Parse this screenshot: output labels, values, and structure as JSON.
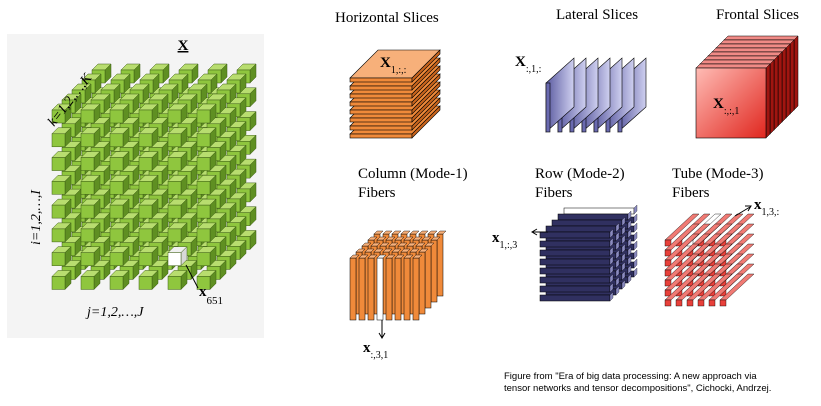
{
  "tensor": {
    "name": "X",
    "k_label": "k=1,2,…,K",
    "i_label": "i=1,2,…,I",
    "j_label": "j=1,2,…,J",
    "element_base": "x",
    "element_sub": "651"
  },
  "slices": {
    "horizontal": {
      "title": "Horizontal Slices",
      "label_base": "X",
      "label_sub": "1,:,:"
    },
    "lateral": {
      "title": "Lateral Slices",
      "label_base": "X",
      "label_sub": ":,1,:"
    },
    "frontal": {
      "title": "Frontal Slices",
      "label_base": "X",
      "label_sub": ":,:,1"
    }
  },
  "fibers": {
    "column": {
      "title_line1": "Column (Mode-1)",
      "title_line2": "Fibers",
      "label_base": "x",
      "label_sub": ":,3,1"
    },
    "row": {
      "title_line1": "Row (Mode-2)",
      "title_line2": "Fibers",
      "label_base": "x",
      "label_sub": "1,:,3"
    },
    "tube": {
      "title_line1": "Tube (Mode-3)",
      "title_line2": "Fibers",
      "label_base": "x",
      "label_sub": "1,3,:"
    }
  },
  "caption": {
    "line1": "Figure from \"Era of big data processing: A new approach via",
    "line2": "tensor networks and tensor decompositions\", Cichocki, Andrzej."
  },
  "colors": {
    "cube_green": "#8fc63e",
    "cube_green_top": "#b8dd6f",
    "cube_green_side": "#5f8f22",
    "orange": "#f08a3a",
    "orange_top": "#f7b07a",
    "lavender": "#9a9ad4",
    "red": "#e8403a",
    "navy": "#303060"
  }
}
